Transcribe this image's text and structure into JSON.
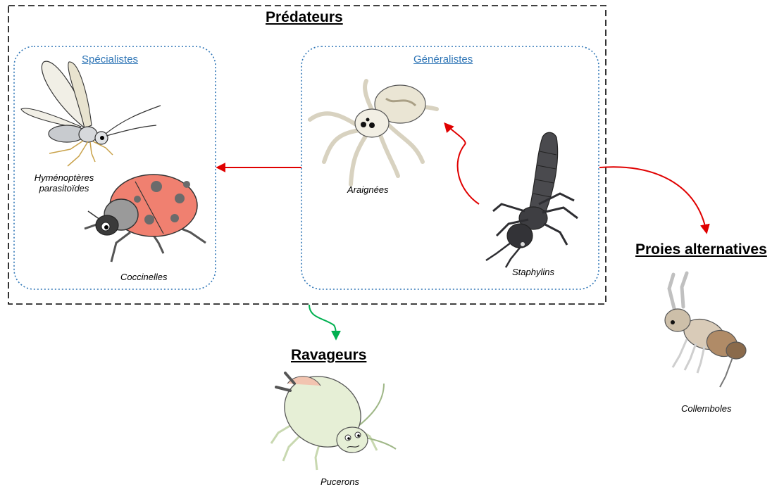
{
  "diagram": {
    "colors": {
      "predator_box_border": "#000000",
      "group_box_border": "#2e75b6",
      "subtitle_text": "#2e75b6",
      "red_arrow": "#e00000",
      "green_arrow": "#00b050"
    },
    "groups": {
      "predateurs": {
        "title": "Prédateurs"
      },
      "specialistes": {
        "title": "Spécialistes"
      },
      "generalistes": {
        "title": "Généralistes"
      },
      "ravageurs": {
        "title": "Ravageurs"
      },
      "proies_alternatives": {
        "title": "Proies alternatives"
      }
    },
    "organisms": {
      "hymenopteres": {
        "label_line1": "Hyménoptères",
        "label_line2": "parasitoïdes",
        "icon": "wasp-icon"
      },
      "coccinelles": {
        "label": "Coccinelles",
        "icon": "ladybug-icon"
      },
      "araignees": {
        "label": "Araignées",
        "icon": "spider-icon"
      },
      "staphylins": {
        "label": "Staphylins",
        "icon": "rove-beetle-icon"
      },
      "pucerons": {
        "label": "Pucerons",
        "icon": "aphid-icon"
      },
      "collemboles": {
        "label": "Collemboles",
        "icon": "springtail-icon"
      }
    },
    "arrows": [
      {
        "from": "Généralistes",
        "to": "Spécialistes",
        "color": "red"
      },
      {
        "from": "Staphylins",
        "to": "Araignées",
        "color": "red"
      },
      {
        "from": "Prédateurs",
        "to": "Proies alternatives",
        "color": "red"
      },
      {
        "from": "Prédateurs",
        "to": "Ravageurs",
        "color": "green"
      }
    ]
  }
}
